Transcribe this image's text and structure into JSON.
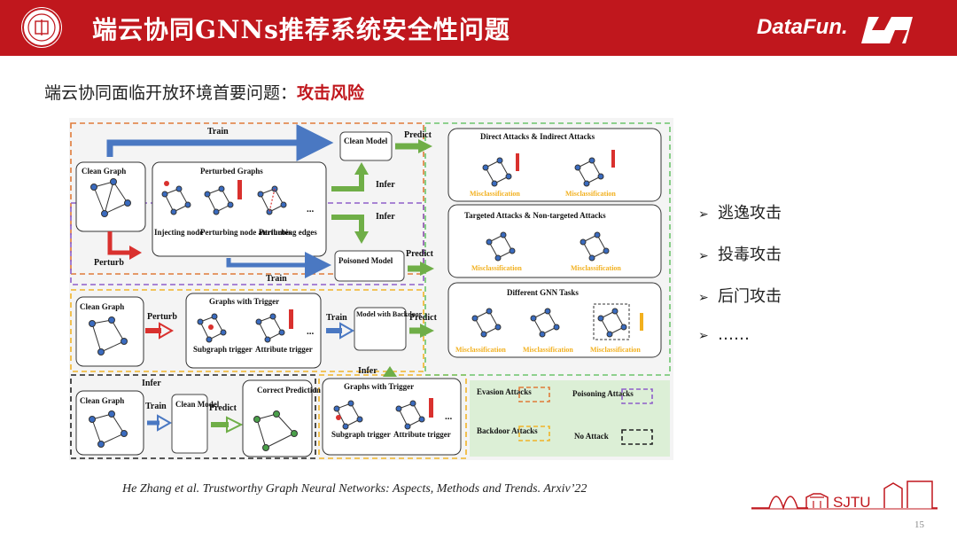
{
  "header": {
    "title": "端云协同GNNs推荐系统安全性问题",
    "brand": "DataFun.",
    "bg_color": "#c0171d"
  },
  "subtitle": {
    "prefix": "端云协同面临开放环境首要问题：",
    "highlight": "攻击风险",
    "highlight_color": "#c0171d"
  },
  "figure": {
    "train": "Train",
    "predict": "Predict",
    "infer": "Infer",
    "perturb": "Perturb",
    "clean_graph": "Clean Graph",
    "clean_model": "Clean Model",
    "perturbed_graphs": "Perturbed Graphs",
    "ellipsis": "...",
    "injecting_node": "Injecting node",
    "perturbing_node_attributes": "Perturbing node attributes",
    "perturbing_edges": "Perturbing edges",
    "poisoned_model": "Poisoned Model",
    "graphs_with_trigger": "Graphs with Trigger",
    "subgraph_trigger": "Subgraph trigger",
    "attribute_trigger": "Attribute trigger",
    "model_with_backdoor": "Model with Backdoor",
    "correct_prediction": "Correct Prediction",
    "direct_indirect": "Direct Attacks  &  Indirect Attacks",
    "targeted_nontargeted": "Targeted Attacks  &  Non-targeted Attacks",
    "different_gnn_tasks": "Different GNN Tasks",
    "misclassification": "Misclassification",
    "legend": {
      "evasion": "Evasion Attacks",
      "poisoning": "Poisoning Attacks",
      "backdoor": "Backdoor Attacks",
      "no_attack": "No Attack"
    },
    "colors": {
      "evasion": "#e07b39",
      "poisoning": "#8e5fc9",
      "backdoor": "#f0b429",
      "no_attack": "#222222",
      "predict_zone": "#6cc46c",
      "arrow_blue": "#4a78c2",
      "arrow_green": "#6fae47",
      "arrow_red": "#d9312e",
      "misclass": "#f2b01e"
    }
  },
  "bullets": [
    {
      "arrow": "➢",
      "text": "逃逸攻击"
    },
    {
      "arrow": "➢",
      "text": "投毒攻击"
    },
    {
      "arrow": "➢",
      "text": "后门攻击"
    },
    {
      "arrow": "➢",
      "text": "……"
    }
  ],
  "citation": "He Zhang et al. Trustworthy Graph Neural Networks: Aspects, Methods and Trends. Arxiv’22",
  "footer": {
    "sjtu": "SJTU",
    "page": "15"
  }
}
